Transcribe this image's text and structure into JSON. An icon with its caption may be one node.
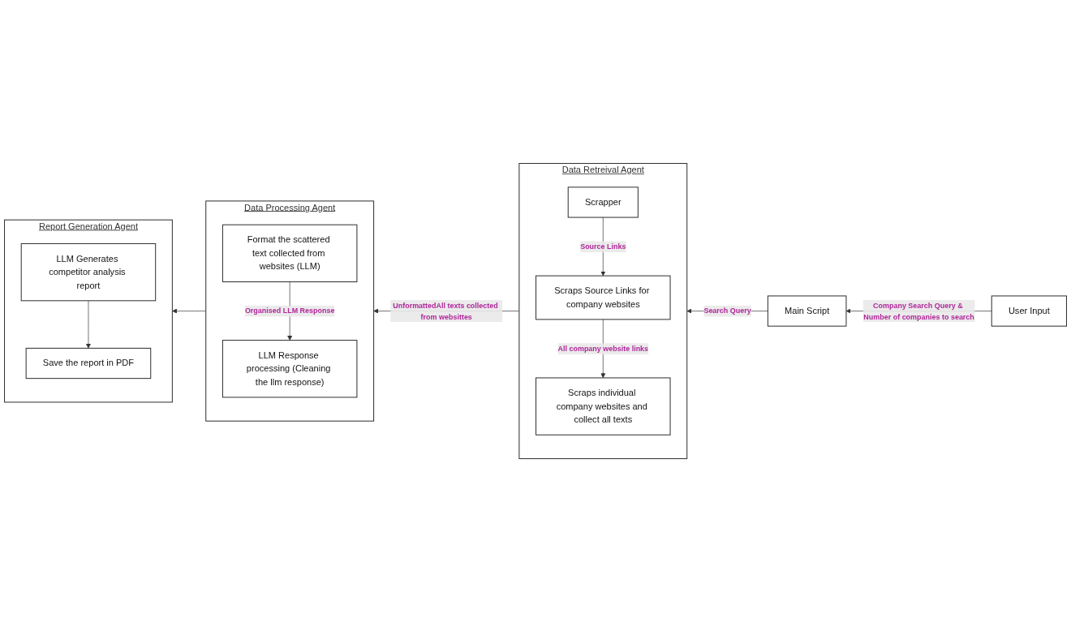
{
  "diagram": {
    "nodes": [
      {
        "text": [
          "User Input"
        ]
      },
      {
        "text": [
          "Main Script"
        ]
      },
      {
        "text": [
          "Report Generation Agent"
        ]
      },
      {
        "text": [
          "LLM Generates competitor analysis report"
        ],
        "in": 2
      },
      {
        "text": [
          "Save the report in PDF"
        ],
        "in": 2
      },
      {
        "text": [
          "Data Processing Agent"
        ]
      },
      {
        "text": [
          "Format the scattered text collected from websites (LLM)"
        ],
        "in": 5
      },
      {
        "text": [
          "LLM Response processing (Cleaning the llm response)"
        ],
        "in": 5
      },
      {
        "text": [
          "Data Retreival Agent"
        ]
      },
      {
        "text": [
          "Scrapper"
        ],
        "in": 8
      },
      {
        "text": [
          "Scraps Source Links for company websites"
        ],
        "in": 8
      },
      {
        "text": [
          "Scraps individual company websites and collect all texts"
        ],
        "in": 8
      }
    ],
    "edges": [
      {
        "from": 0,
        "to": 1,
        "arrow": "to",
        "label": "Company Search Query & Number of companies to search"
      },
      {
        "from": 1,
        "to": 8,
        "arrow": "to",
        "label": "Search Query"
      },
      {
        "from": 9,
        "to": 10,
        "arrow": "to",
        "label": "Source Links"
      },
      {
        "from": 10,
        "to": 11,
        "arrow": "to",
        "label": "All company website links"
      },
      {
        "from": 6,
        "to": 7,
        "arrow": "to",
        "label": "Organised LLM Response"
      },
      {
        "from": 3,
        "to": 4,
        "arrow": "to"
      },
      {
        "from": 8,
        "to": 5,
        "arrow": "to",
        "label": "UnformattedAll texts collected from websittes"
      },
      {
        "from": 5,
        "to": 2,
        "arrow": "to"
      }
    ]
  }
}
